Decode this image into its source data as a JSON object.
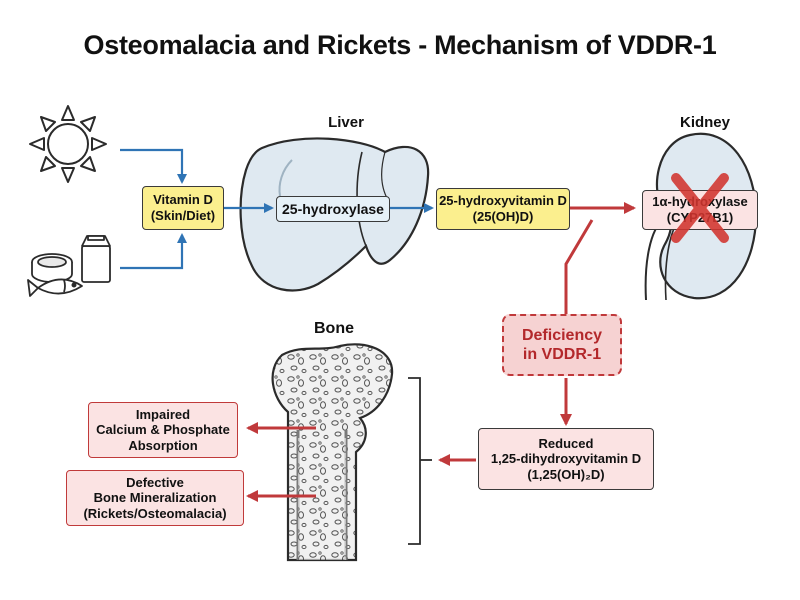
{
  "title": "Osteomalacia and Rickets - Mechanism of VDDR-1",
  "labels": {
    "liver": "Liver",
    "kidney": "Kidney",
    "bone": "Bone"
  },
  "boxes": {
    "vitamin_d": "Vitamin D\n(Skin/Diet)",
    "hydroxylase25": "25-hydroxylase",
    "hydroxyvitamin": "25-hydroxyvitamin D\n(25(OH)D)",
    "alpha_hydroxylase": "1α-hydroxylase\n(CYP27B1)",
    "deficiency": "Deficiency\nin VDDR-1",
    "reduced": "Reduced\n1,25-dihydroxyvitamin D\n(1,25(OH)₂D)",
    "impaired": "Impaired\nCalcium & Phosphate\nAbsorption",
    "defective": "Defective\nBone Mineralization\n(Rickets/Osteomalacia)"
  },
  "colors": {
    "blue_arrow": "#2f74b5",
    "red_arrow": "#c0393b",
    "yellow_box": "#fbef8e",
    "pink_box": "#fbe3e3",
    "organ_fill": "#dfe9f1"
  },
  "icons": [
    "sun-icon",
    "food-icon",
    "liver-icon",
    "kidney-icon",
    "bone-icon",
    "blocked-x-icon"
  ]
}
